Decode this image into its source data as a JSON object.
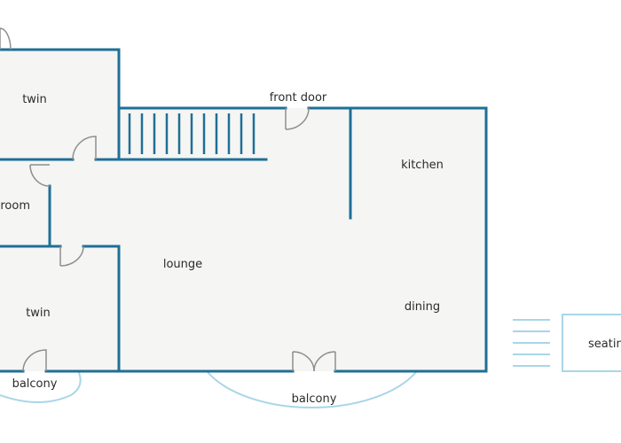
{
  "colors": {
    "wall": "#1f6f96",
    "floor": "#f5f5f4",
    "door": "#8f8f8f",
    "outdoor_line": "#a9d6e8",
    "stair_line": "#1f6f96"
  },
  "rooms": {
    "twin_top": "twin",
    "bathroom": "room",
    "twin_bottom": "twin",
    "lounge": "lounge",
    "kitchen": "kitchen",
    "dining": "dining",
    "front_door": "front door",
    "balcony_small": "balcony",
    "balcony_main": "balcony",
    "seating": "seatin"
  }
}
